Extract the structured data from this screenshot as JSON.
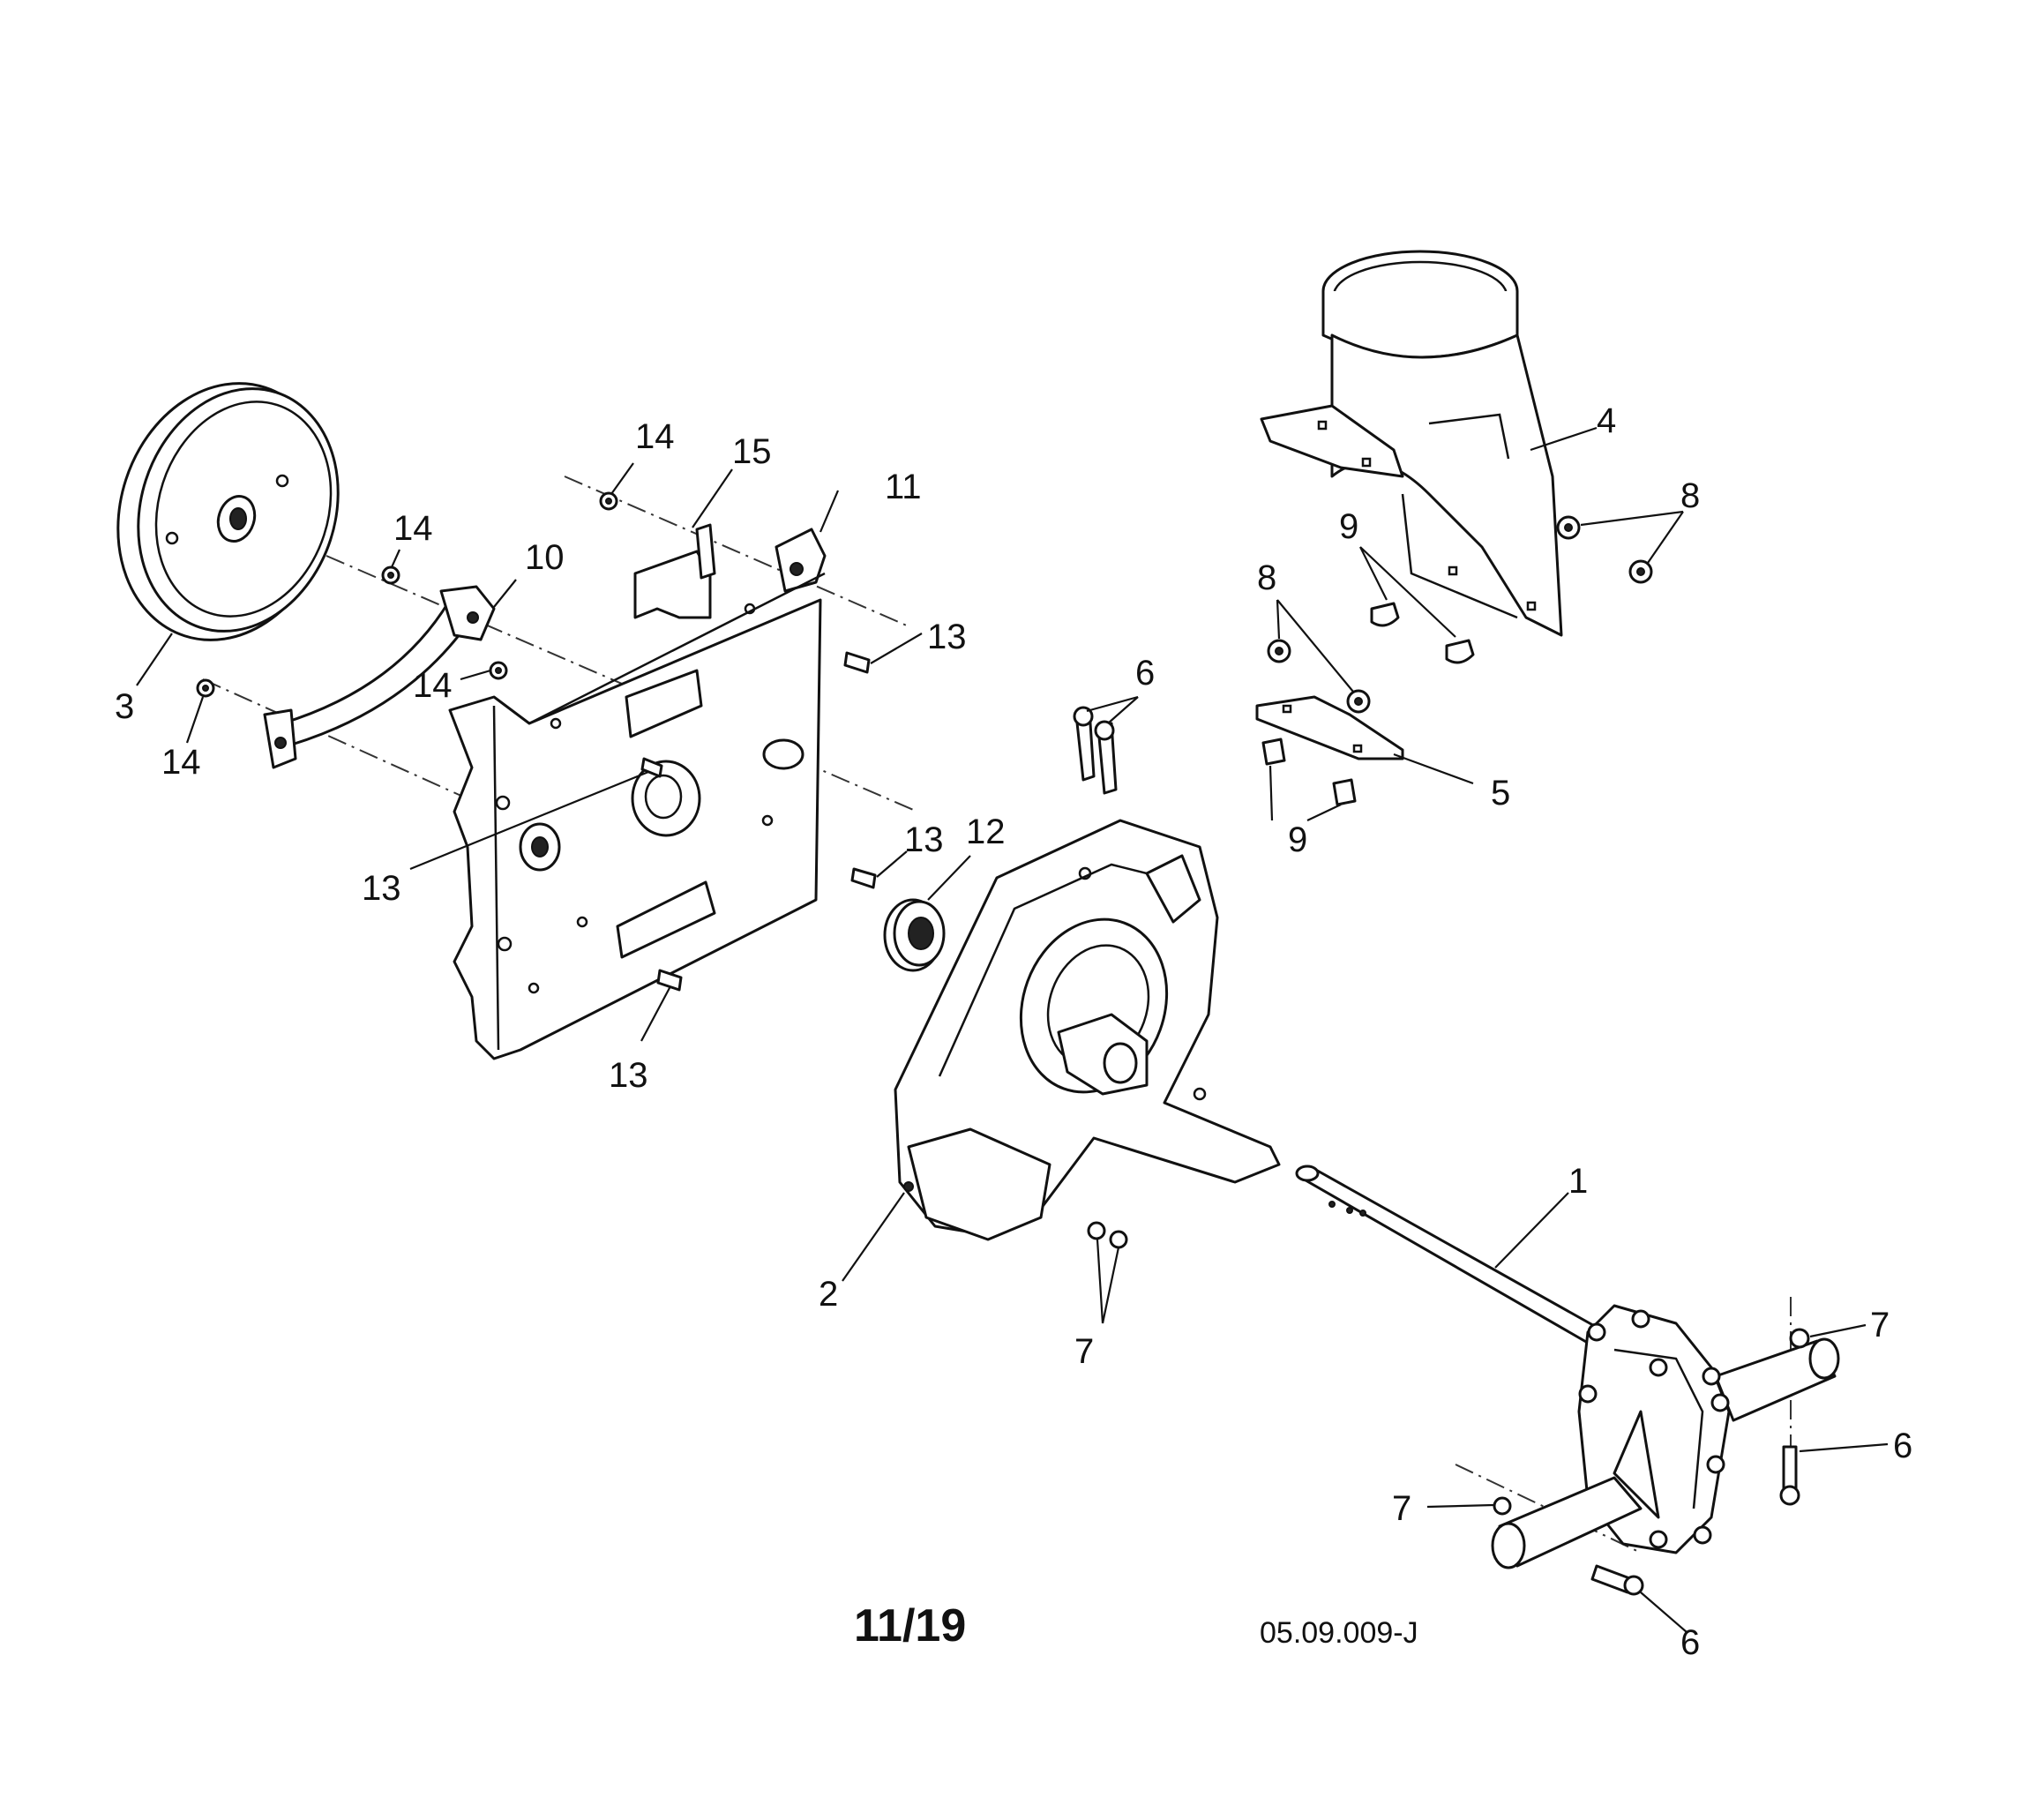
{
  "callouts": {
    "c1": "1",
    "c2": "2",
    "c3": "3",
    "c4": "4",
    "c5": "5",
    "c6a": "6",
    "c6b": "6",
    "c6c": "6",
    "c7a": "7",
    "c7b": "7",
    "c7c": "7",
    "c8a": "8",
    "c8b": "8",
    "c9a": "9",
    "c9b": "9",
    "c10": "10",
    "c11": "11",
    "c12": "12",
    "c13a": "13",
    "c13b": "13",
    "c13c": "13",
    "c13d": "13",
    "c14a": "14",
    "c14b": "14",
    "c14c": "14",
    "c14d": "14",
    "c15": "15"
  },
  "footer": {
    "page_number": "11/19",
    "drawing_code": "05.09.009-J"
  }
}
